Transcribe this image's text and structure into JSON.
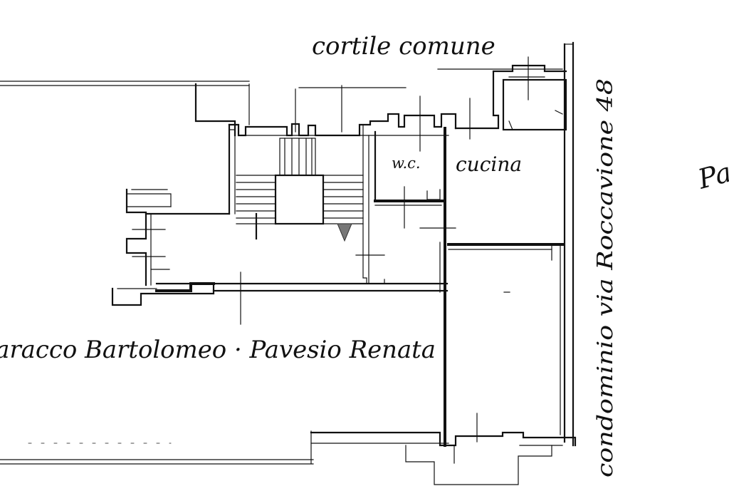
{
  "labels": {
    "courtyard": "cortile comune",
    "kitchen": "cucina",
    "wc": "w.c.",
    "neighbors": "Paracco Bartolomeo · Pavesio Renata",
    "street": "condominio via Roccavione 48",
    "right_edge": "Pa"
  },
  "colors": {
    "ink": "#111111",
    "paper": "#ffffff"
  },
  "icons": {
    "down_arrow": "triangle-down-icon"
  }
}
